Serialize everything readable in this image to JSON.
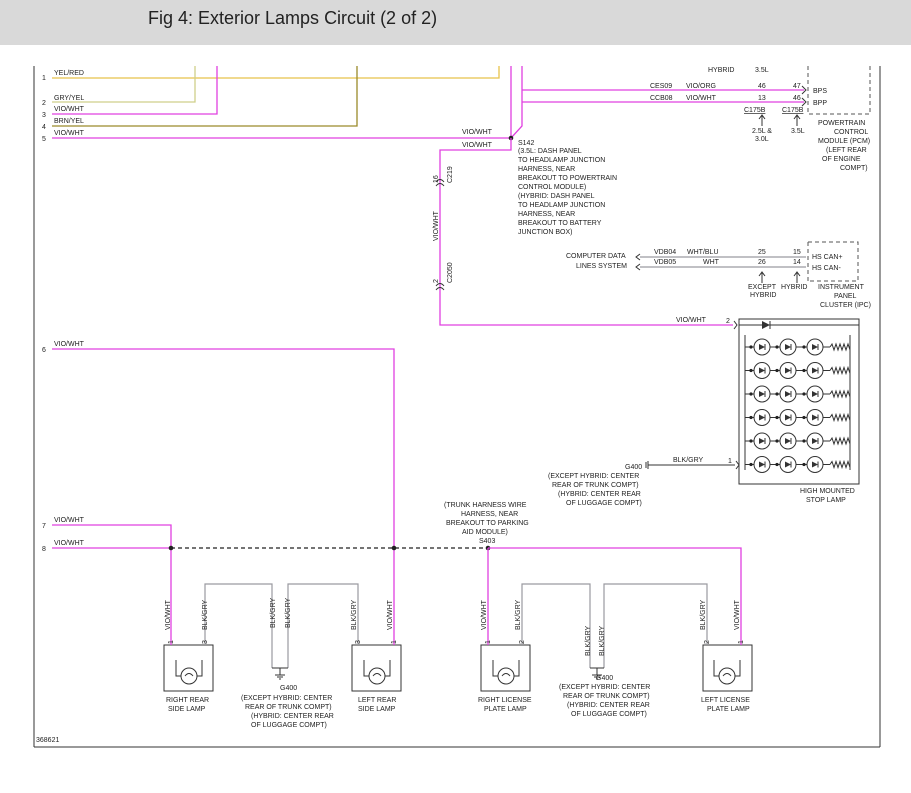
{
  "header": {
    "title": "Fig 4: Exterior Lamps Circuit (2 of 2)"
  },
  "left_pins": [
    {
      "num": "1",
      "label": "YEL/RED"
    },
    {
      "num": "2",
      "label": "GRY/YEL"
    },
    {
      "num": "3",
      "label": "VIO/WHT"
    },
    {
      "num": "4",
      "label": "BRN/YEL"
    },
    {
      "num": "5",
      "label": "VIO/WHT"
    },
    {
      "num": "6",
      "label": "VIO/WHT"
    },
    {
      "num": "7",
      "label": "VIO/WHT"
    },
    {
      "num": "8",
      "label": "VIO/WHT"
    }
  ],
  "pcm": {
    "top_cut": "HYBRID",
    "top_cut_val": "3.5L",
    "rows": [
      {
        "circuit": "CES09",
        "wire": "VIO/ORG",
        "pin1": "46",
        "pin2": "47",
        "sig": "BPS"
      },
      {
        "circuit": "CCB08",
        "wire": "VIO/WHT",
        "pin1": "13",
        "pin2": "46",
        "sig": "BPP"
      }
    ],
    "conn_a": "C175B",
    "conn_b": "C175B",
    "eng_a": "2.5L &",
    "eng_a2": "3.0L",
    "eng_b": "3.5L",
    "name": [
      "POWERTRAIN",
      "CONTROL",
      "MODULE (PCM)",
      "(LEFT REAR",
      "OF ENGINE",
      "COMPT)"
    ]
  },
  "s142": {
    "wire_a": "VIO/WHT",
    "wire_b": "VIO/WHT",
    "label": "S142",
    "desc": [
      "(3.5L: DASH PANEL",
      "TO HEADLAMP JUNCTION",
      "HARNESS, NEAR",
      "BREAKOUT TO POWERTRAIN",
      "CONTROL MODULE)",
      "(HYBRID: DASH PANEL",
      "TO HEADLAMP JUNCTION",
      "HARNESS, NEAR",
      "BREAKOUT TO BATTERY",
      "JUNCTION BOX)"
    ]
  },
  "vert_wire": {
    "pin_top": "16",
    "conn_top": "C219",
    "label": "VIO/WHT",
    "pin_bot": "2",
    "conn_bot": "C2050"
  },
  "ipc": {
    "sys": [
      "COMPUTER DATA",
      "LINES SYSTEM"
    ],
    "rows": [
      {
        "circuit": "VDB04",
        "wire": "WHT/BLU",
        "pin1": "25",
        "pin2": "15",
        "sig": "HS CAN+"
      },
      {
        "circuit": "VDB05",
        "wire": "WHT",
        "pin1": "26",
        "pin2": "14",
        "sig": "HS CAN-"
      }
    ],
    "var_a": [
      "EXCEPT",
      "HYBRID"
    ],
    "var_b": "HYBRID",
    "name": [
      "INSTRUMENT",
      "PANEL",
      "CLUSTER (IPC)"
    ]
  },
  "hmsl": {
    "wire_in": "VIO/WHT",
    "pin_in": "2",
    "wire_gnd": "BLK/GRY",
    "pin_gnd": "1",
    "ground": "G400",
    "ground_desc": [
      "(EXCEPT HYBRID: CENTER",
      "REAR OF TRUNK COMPT)",
      "(HYBRID: CENTER REAR",
      "OF LUGGAGE COMPT)"
    ],
    "name": [
      "HIGH MOUNTED",
      "STOP LAMP"
    ]
  },
  "s403": {
    "desc": [
      "(TRUNK HARNESS WIRE",
      "HARNESS, NEAR",
      "BREAKOUT TO PARKING",
      "AID MODULE)"
    ],
    "label": "S403"
  },
  "lamps": [
    {
      "name": [
        "RIGHT REAR",
        "SIDE LAMP"
      ],
      "w1": "VIO/WHT",
      "p1": "1",
      "w2": "BLK/GRY",
      "p2": "3"
    },
    {
      "name": [
        "LEFT REAR",
        "SIDE LAMP"
      ],
      "w1": "BLK/GRY",
      "p1": "3",
      "w2": "VIO/WHT",
      "p2": "1"
    },
    {
      "name": [
        "RIGHT LICENSE",
        "PLATE LAMP"
      ],
      "w1": "VIO/WHT",
      "p1": "1",
      "w2": "BLK/GRY",
      "p2": "2"
    },
    {
      "name": [
        "LEFT LICENSE",
        "PLATE LAMP"
      ],
      "w1": "BLK/GRY",
      "p1": "2",
      "w2": "VIO/WHT",
      "p2": "1"
    }
  ],
  "g400_left": {
    "w1": "BLK/GRY",
    "w2": "BLK/GRY",
    "label": "G400",
    "desc": [
      "(EXCEPT HYBRID: CENTER",
      "REAR OF TRUNK COMPT)",
      "(HYBRID: CENTER REAR",
      "OF LUGGAGE COMPT)"
    ]
  },
  "g400_right": {
    "w1": "BLK/GRY",
    "w2": "BLK/GRY",
    "label": "G400",
    "desc": [
      "(EXCEPT HYBRID: CENTER",
      "REAR OF TRUNK COMPT)",
      "(HYBRID: CENTER REAR",
      "OF LUGGAGE COMPT)"
    ]
  },
  "fig_id": "368621"
}
